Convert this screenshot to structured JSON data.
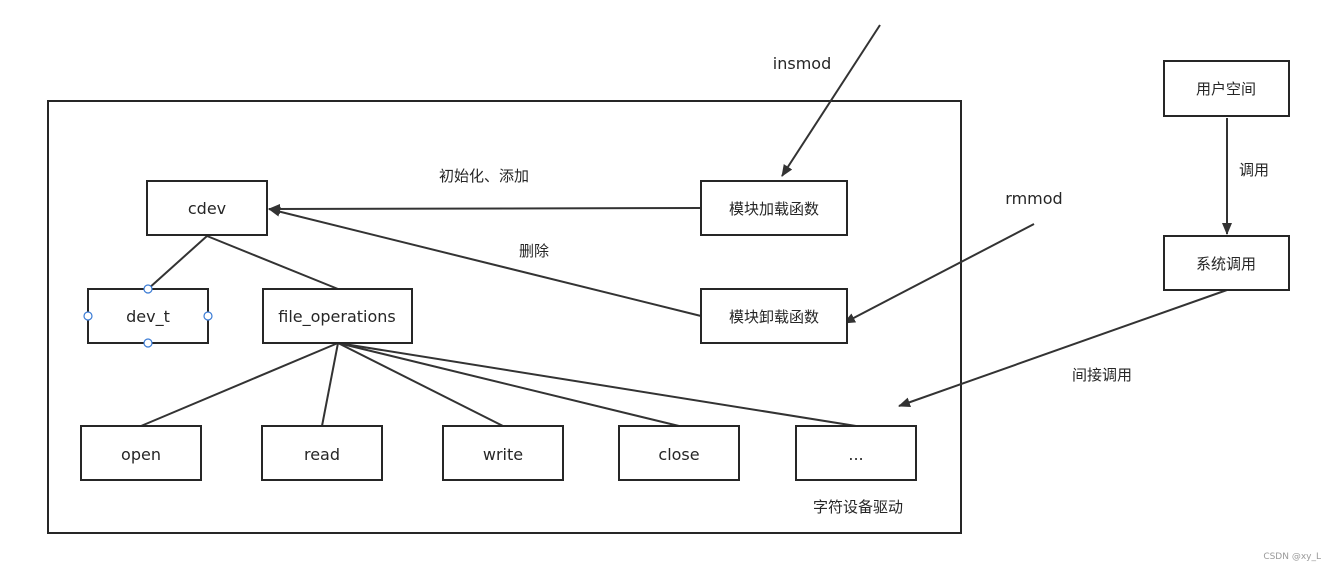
{
  "nodes": {
    "cdev": "cdev",
    "dev_t": "dev_t",
    "file_operations": "file_operations",
    "open": "open",
    "read": "read",
    "write": "write",
    "close": "close",
    "ellipsis": "...",
    "module_init": "模块加载函数",
    "module_exit": "模块卸载函数",
    "user_space": "用户空间",
    "syscall": "系统调用"
  },
  "labels": {
    "insmod": "insmod",
    "rmmod": "rmmod",
    "init_add": "初始化、添加",
    "delete": "删除",
    "call": "调用",
    "indirect_call": "间接调用",
    "driver_container": "字符设备驱动"
  },
  "watermark": "CSDN @xy_L",
  "colors": {
    "stroke": "#262626",
    "selection_handle": "#3a7bd5"
  }
}
